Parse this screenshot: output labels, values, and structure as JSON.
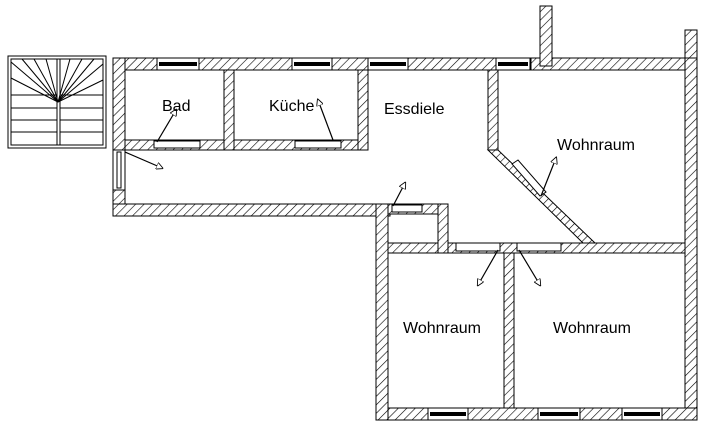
{
  "rooms": {
    "bad": "Bad",
    "kueche": "Küche",
    "essdiele": "Essdiele",
    "wohnraum_east": "Wohnraum",
    "wohnraum_southwest": "Wohnraum",
    "wohnraum_southeast": "Wohnraum"
  },
  "colors": {
    "background": "#ffffff",
    "line": "#000000",
    "hatch": "#000000",
    "window_frame": "#000000",
    "door_leaf": "#ffffff"
  },
  "icons": {
    "staircase": "spiral-staircase-icon",
    "door_swing": "door-swing-arrow-icon",
    "window": "window-icon"
  }
}
